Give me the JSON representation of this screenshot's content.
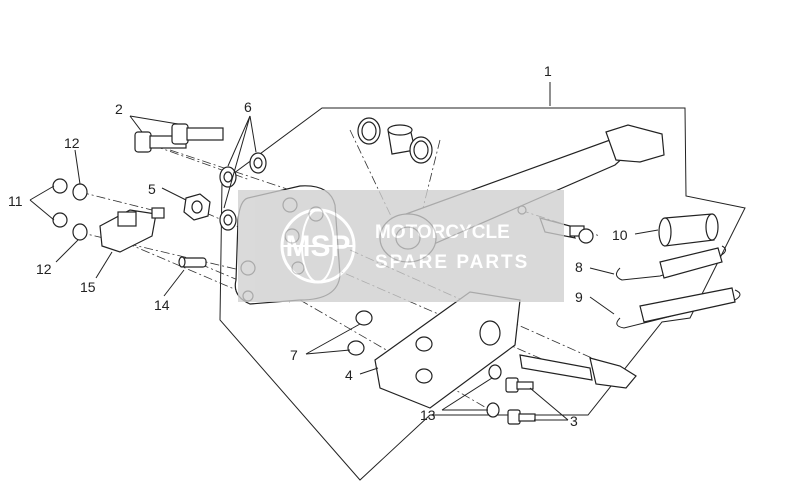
{
  "diagram": {
    "callouts": [
      {
        "id": "1",
        "text": "1"
      },
      {
        "id": "2",
        "text": "2"
      },
      {
        "id": "3",
        "text": "3"
      },
      {
        "id": "4",
        "text": "4"
      },
      {
        "id": "5",
        "text": "5"
      },
      {
        "id": "6",
        "text": "6"
      },
      {
        "id": "7",
        "text": "7"
      },
      {
        "id": "8",
        "text": "8"
      },
      {
        "id": "9",
        "text": "9"
      },
      {
        "id": "10",
        "text": "10"
      },
      {
        "id": "11",
        "text": "11"
      },
      {
        "id": "12a",
        "text": "12"
      },
      {
        "id": "12b",
        "text": "12"
      },
      {
        "id": "13",
        "text": "13"
      },
      {
        "id": "14",
        "text": "14"
      },
      {
        "id": "15",
        "text": "15"
      }
    ]
  },
  "watermark": {
    "logo_text": "MSP",
    "line1": "MOTORCYCLE",
    "line2": "SPARE PARTS"
  },
  "colors": {
    "ink": "#222222",
    "watermark_box": "#cfcfcf",
    "watermark_accent": "#f0a070"
  }
}
